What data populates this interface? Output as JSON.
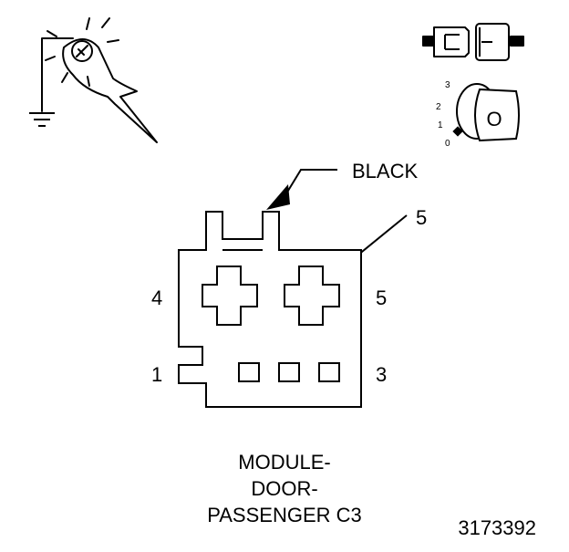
{
  "diagram": {
    "connector_color_label": "BLACK",
    "callout_pin": "5",
    "pin_labels": {
      "left_top": "4",
      "left_bottom": "1",
      "right_top": "5",
      "right_bottom": "3"
    },
    "caption": {
      "line1": "MODULE-",
      "line2": "DOOR-",
      "line3": "PASSENGER C3"
    },
    "figure_number": "3173392",
    "ignition_scale": [
      "3",
      "2",
      "1",
      "0"
    ],
    "ignition_key_label": "O"
  },
  "icons": {
    "probe": "test-light-probe-icon",
    "ground": "ground-icon",
    "fuse": "fuse-removed-icon",
    "ignition": "ignition-key-off-icon"
  }
}
